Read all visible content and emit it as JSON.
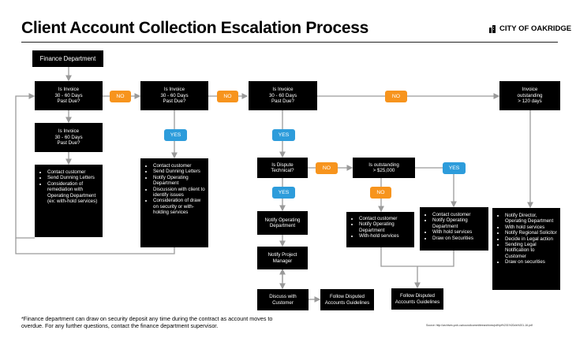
{
  "header": {
    "title": "Client Account Collection Escalation Process",
    "brand": "CITY OF OAKRIDGE"
  },
  "nodes": {
    "finance": "Finance Department",
    "q1": "Is Invoice\n30 - 60 Days\nPast Due?",
    "q1b": "Is Invoice\n30 - 60 Days\nPast Due?",
    "q2": "Is Invoice\n30 - 60 Days\nPast Due?",
    "q3": "Is Invoice\n30 - 60 Days\nPast Due?",
    "q4": "Invoice\noutstanding\n> 120 days",
    "dispute": "Is Dispute\nTechnical?",
    "outstanding": "Is outstanding\n> $25,000",
    "notify_ops": "Notify Operating\nDepartment",
    "notify_pm": "Notify Project\nManager",
    "discuss": "Discuss with\nCustomer",
    "follow1": "Follow Disputed\nAccounts Guidelines",
    "follow2": "Follow Disputed\nAccounts Guidelines"
  },
  "lists": {
    "col1": [
      "Contact customer",
      "Send Dunning Letters",
      "Consideration of remediation with Operating Department (ex: with-hold services)"
    ],
    "col2": [
      "Contact customer",
      "Send Dunning Letters",
      "Notify Operating Department",
      "Discussion with client to identify issues",
      "Consideration of draw on security or with-holding services"
    ],
    "no_branch": [
      "Contact customer",
      "Notify Operating Department",
      "With-hold services"
    ],
    "yes_branch": [
      "Contact customer",
      "Notify Operating Department",
      "With hold services",
      "Draw on Securities"
    ],
    "final": [
      "Notify Director, Operating Department",
      "With hold services",
      "Notify Regional Solicitor",
      "Decide in Legal action",
      "Sending Legal Notification to Customer",
      "Draw on securities"
    ]
  },
  "labels": {
    "no1": "NO",
    "no2": "NO",
    "no3": "NO",
    "no4": "NO",
    "no5": "NO",
    "yes1": "YES",
    "yes2": "YES",
    "yes3": "YES",
    "yes4": "YES"
  },
  "colors": {
    "no": "#f7941d",
    "yes": "#2d9cdb",
    "box": "#000000",
    "line": "#9a9a9a"
  },
  "footnote": "*Finance department can draw on security deposit any time during the contract as account moves to overdue. For any further questions, contact the finance department supervisor.",
  "source": "Source: http://archives.york.ca/councilcommitteearchives/pdf/rpt%201%20cls%201-16.pdf"
}
